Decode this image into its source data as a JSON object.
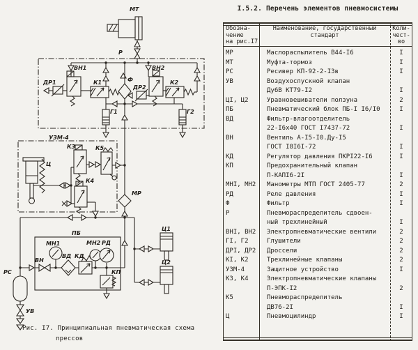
{
  "figure": {
    "caption_line1": "Рис. I7. Принципиальная пневматическая схема",
    "caption_line2": "прессов",
    "labels": {
      "mt": "МТ",
      "r": "Р",
      "vn1": "ВН1",
      "dr1": "ДР1",
      "k1": "К1",
      "f": "Ф",
      "dr2": "ДР2",
      "vn2": "ВН2",
      "k2": "К2",
      "g1": "Г1",
      "g2": "Г2",
      "uzm": "УЗМ-4",
      "c": "Ц",
      "k3": "К3",
      "k4": "К4",
      "k5": "К5",
      "mr": "МР",
      "pb": "ПБ",
      "mn1": "МН1",
      "mn2": "МН2",
      "rd": "РД",
      "kd": "КД",
      "kp": "КП",
      "vn": "ВН",
      "vd": "ВД",
      "rs": "РС",
      "uv": "УВ",
      "c1": "Ц1",
      "c2": "Ц2"
    }
  },
  "table": {
    "title": "I.5.2. Перечень элементов пневмосистемы",
    "headers": {
      "col1": [
        "Обозна-",
        "чение",
        "на рис.I7"
      ],
      "col2": [
        "Наименование, государственный",
        "стандарт"
      ],
      "col3": [
        "Коли-",
        "чест-",
        "во"
      ]
    },
    "rows": [
      {
        "code": "МР",
        "name": [
          "Маслораспылитель В44-I6"
        ],
        "qty": "I"
      },
      {
        "code": "МТ",
        "name": [
          "Муфта-тормоз"
        ],
        "qty": "I"
      },
      {
        "code": "РС",
        "name": [
          "Ресивер КП-92-2-I3в"
        ],
        "qty": "I"
      },
      {
        "code": "УВ",
        "name": [
          "Воздухоспускной клапан",
          "Ду6В КТ79-I2"
        ],
        "qty": "I"
      },
      {
        "code": "ЦI, Ц2",
        "name": [
          "Уравновешиватели ползуна"
        ],
        "qty": "2"
      },
      {
        "code": "ПБ",
        "name": [
          "Пневматический блок ПБ-I I6/I0"
        ],
        "qty": "I"
      },
      {
        "code": "ВД",
        "name": [
          "Фильтр-влагоотделитель",
          "22-I6х40 ГОСТ I7437-72"
        ],
        "qty": "I"
      },
      {
        "code": "ВН",
        "name": [
          "Вентиль А-I5-I0.Ду-I5",
          "ГОСТ I8I6I-72"
        ],
        "qty": "I"
      },
      {
        "code": "КД",
        "name": [
          "Регулятор давления ПКРI22-I6"
        ],
        "qty": "I"
      },
      {
        "code": "КП",
        "name": [
          "Предохранительный клапан",
          "П-КАПI6-2I"
        ],
        "qty": "I"
      },
      {
        "code": "МНI, МН2",
        "name": [
          "Манометры МТП ГОСТ 2405-77"
        ],
        "qty": "2"
      },
      {
        "code": "РД",
        "name": [
          "Реле давления"
        ],
        "qty": "I"
      },
      {
        "code": "Ф",
        "name": [
          "Фильтр"
        ],
        "qty": "I"
      },
      {
        "code": "Р",
        "name": [
          "Пневмораспределитель сдвоен-",
          "ный трехлинейный"
        ],
        "qty": "I"
      },
      {
        "code": "ВНI, ВН2",
        "name": [
          "Электропневматические вентили"
        ],
        "qty": "2"
      },
      {
        "code": "ГI, Г2",
        "name": [
          "Глушители"
        ],
        "qty": "2"
      },
      {
        "code": "ДРI, ДР2",
        "name": [
          "Дроссели"
        ],
        "qty": "2"
      },
      {
        "code": "КI, К2",
        "name": [
          "Трехлинейные клапаны"
        ],
        "qty": "2"
      },
      {
        "code": "УЗМ-4",
        "name": [
          "Защитное устройство"
        ],
        "qty": "I"
      },
      {
        "code": "К3, К4",
        "name": [
          "Электропневматические клапаны",
          "П-ЭПК-I2"
        ],
        "qty": "2"
      },
      {
        "code": "К5",
        "name": [
          "Пневмораспределитель",
          "ДВ76-2I"
        ],
        "qty": "I"
      },
      {
        "code": "Ц",
        "name": [
          "Пневмоцилиндр"
        ],
        "qty": "I"
      }
    ]
  }
}
